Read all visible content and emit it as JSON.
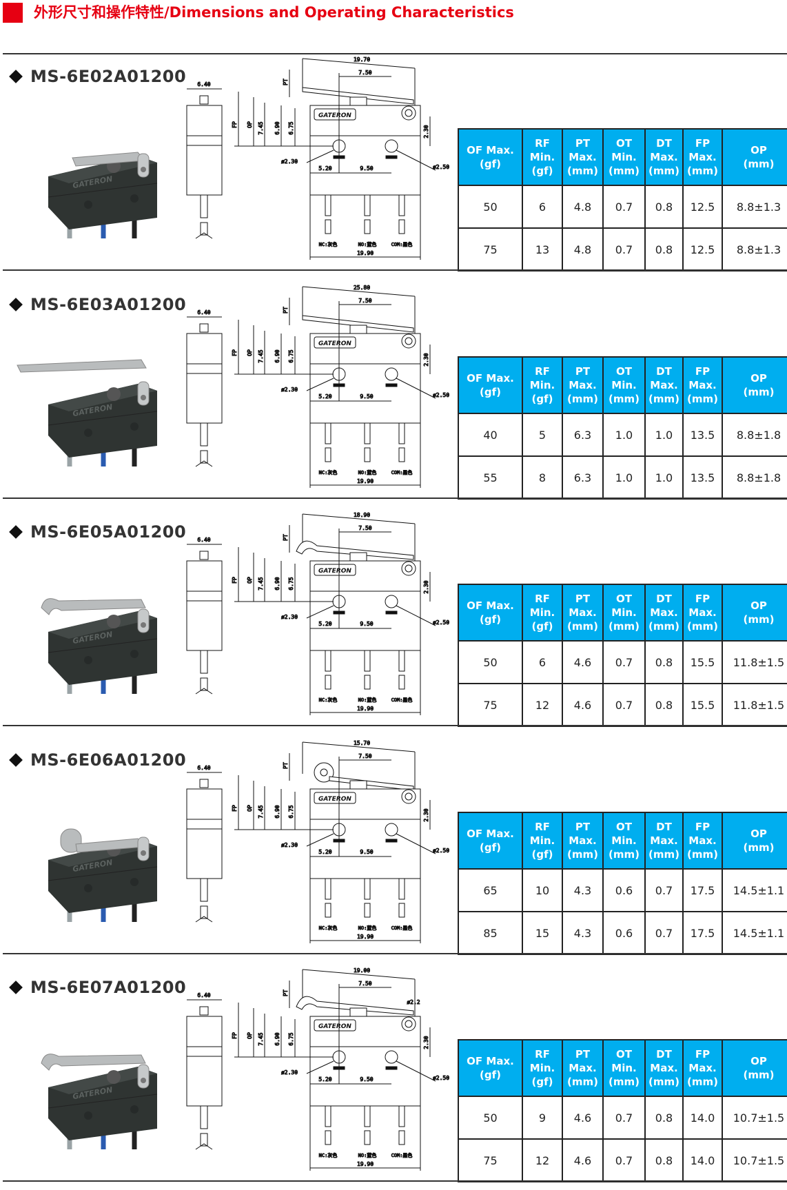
{
  "header": {
    "title": "外形尺寸和操作特性/Dimensions and Operating Characteristics",
    "accent_color": "#e60012"
  },
  "table_header_color": "#00aeef",
  "columns": [
    {
      "l1": "",
      "l2": "OF Max.",
      "l3": "(gf)"
    },
    {
      "l1": "RF",
      "l2": "Min.",
      "l3": "(gf)"
    },
    {
      "l1": "PT",
      "l2": "Max.",
      "l3": "(mm)"
    },
    {
      "l1": "OT",
      "l2": "Min.",
      "l3": "(mm)"
    },
    {
      "l1": "DT",
      "l2": "Max.",
      "l3": "(mm)"
    },
    {
      "l1": "FP",
      "l2": "Max.",
      "l3": "(mm)"
    },
    {
      "l1": "",
      "l2": "OP",
      "l3": "(mm)"
    }
  ],
  "wire_labels": {
    "nc": "NC:灰色",
    "no": "NO:蓝色",
    "com": "COM:黑色"
  },
  "brand_logo": "GATERON",
  "common_dims": {
    "width_side": "6.40",
    "d1": "7.50",
    "h745": "7.45",
    "h690": "6.90",
    "h675": "6.75",
    "h230": "2.30",
    "hole1": "ø2.30",
    "hole2": "ø2.50",
    "p520": "5.20",
    "p950": "9.50",
    "base": "19.90",
    "fp": "FP",
    "op": "OP",
    "pt": "PT"
  },
  "sections": [
    {
      "model": "MS-6E02A01200",
      "lever_length": "19.70",
      "extra_dim": "",
      "rows": [
        [
          "50",
          "6",
          "4.8",
          "0.7",
          "0.8",
          "12.5",
          "8.8±1.3"
        ],
        [
          "75",
          "13",
          "4.8",
          "0.7",
          "0.8",
          "12.5",
          "8.8±1.3"
        ]
      ]
    },
    {
      "model": "MS-6E03A01200",
      "lever_length": "25.80",
      "extra_dim": "",
      "rows": [
        [
          "40",
          "5",
          "6.3",
          "1.0",
          "1.0",
          "13.5",
          "8.8±1.8"
        ],
        [
          "55",
          "8",
          "6.3",
          "1.0",
          "1.0",
          "13.5",
          "8.8±1.8"
        ]
      ]
    },
    {
      "model": "MS-6E05A01200",
      "lever_length": "18.90",
      "extra_dim": "",
      "rows": [
        [
          "50",
          "6",
          "4.6",
          "0.7",
          "0.8",
          "15.5",
          "11.8±1.5"
        ],
        [
          "75",
          "12",
          "4.6",
          "0.7",
          "0.8",
          "15.5",
          "11.8±1.5"
        ]
      ]
    },
    {
      "model": "MS-6E06A01200",
      "lever_length": "15.70",
      "extra_dim": "",
      "rows": [
        [
          "65",
          "10",
          "4.3",
          "0.6",
          "0.7",
          "17.5",
          "14.5±1.1"
        ],
        [
          "85",
          "15",
          "4.3",
          "0.6",
          "0.7",
          "17.5",
          "14.5±1.1"
        ]
      ]
    },
    {
      "model": "MS-6E07A01200",
      "lever_length": "19.00",
      "extra_dim": "ø2.2",
      "rows": [
        [
          "50",
          "9",
          "4.6",
          "0.7",
          "0.8",
          "14.0",
          "10.7±1.5"
        ],
        [
          "75",
          "12",
          "4.6",
          "0.7",
          "0.8",
          "14.0",
          "10.7±1.5"
        ]
      ]
    }
  ]
}
